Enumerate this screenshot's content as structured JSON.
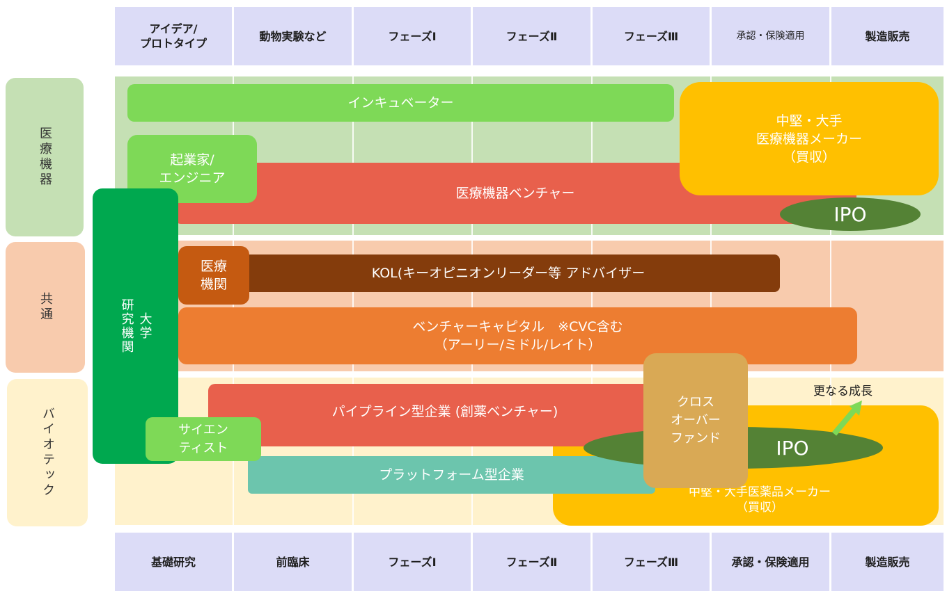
{
  "top_phases": [
    "アイデア/\nプロトタイプ",
    "動物実験など",
    "フェーズⅠ",
    "フェーズⅡ",
    "フェーズⅢ",
    "承認・保険適用",
    "製造販売"
  ],
  "bottom_phases": [
    "基礎研究",
    "前臨床",
    "フェーズⅠ",
    "フェーズⅡ",
    "フェーズⅢ",
    "承認・保険適用",
    "製造販売"
  ],
  "categories": {
    "medical": "医療機器",
    "common": "共通",
    "bio": "バイオテック"
  },
  "blocks": {
    "university": "大学\n研究機関",
    "incubator": "インキュベーター",
    "entrepreneur": "起業家/\nエンジニア",
    "device_venture": "医療機器ベンチャー",
    "device_maker": "中堅・大手\n医療機器メーカー\n（買収）",
    "ipo_device": "IPO",
    "hospital": "医療\n機関",
    "kol": "KOL(キーオピニオンリーダー等 アドバイザー",
    "vc": "ベンチャーキャピタル　※CVC含む\n（アーリー/ミドル/レイト）",
    "pipeline": "パイプライン型企業 (創薬ベンチャー)",
    "scientist": "サイエン\nティスト",
    "platform": "プラットフォーム型企業",
    "crossover": "クロス\nオーバー\nファンド",
    "ipo_bio": "IPO",
    "pharma_maker": "中堅・大手医薬品メーカー\n（買収）",
    "growth": "更なる成長"
  },
  "colors": {
    "header_bg": "#dcdcf7",
    "band_medical": "#c5e0b4",
    "band_common": "#f8cbad",
    "band_bio": "#fff2cc",
    "green_light": "#7ed957",
    "green_dark": "#00a84f",
    "red": "#e8604c",
    "orange": "#ed7d31",
    "brown": "#843c0c",
    "brown_mid": "#c55a11",
    "gold": "#ffc000",
    "olive": "#548235",
    "tan": "#d9a955",
    "teal": "#6cc5ad"
  }
}
